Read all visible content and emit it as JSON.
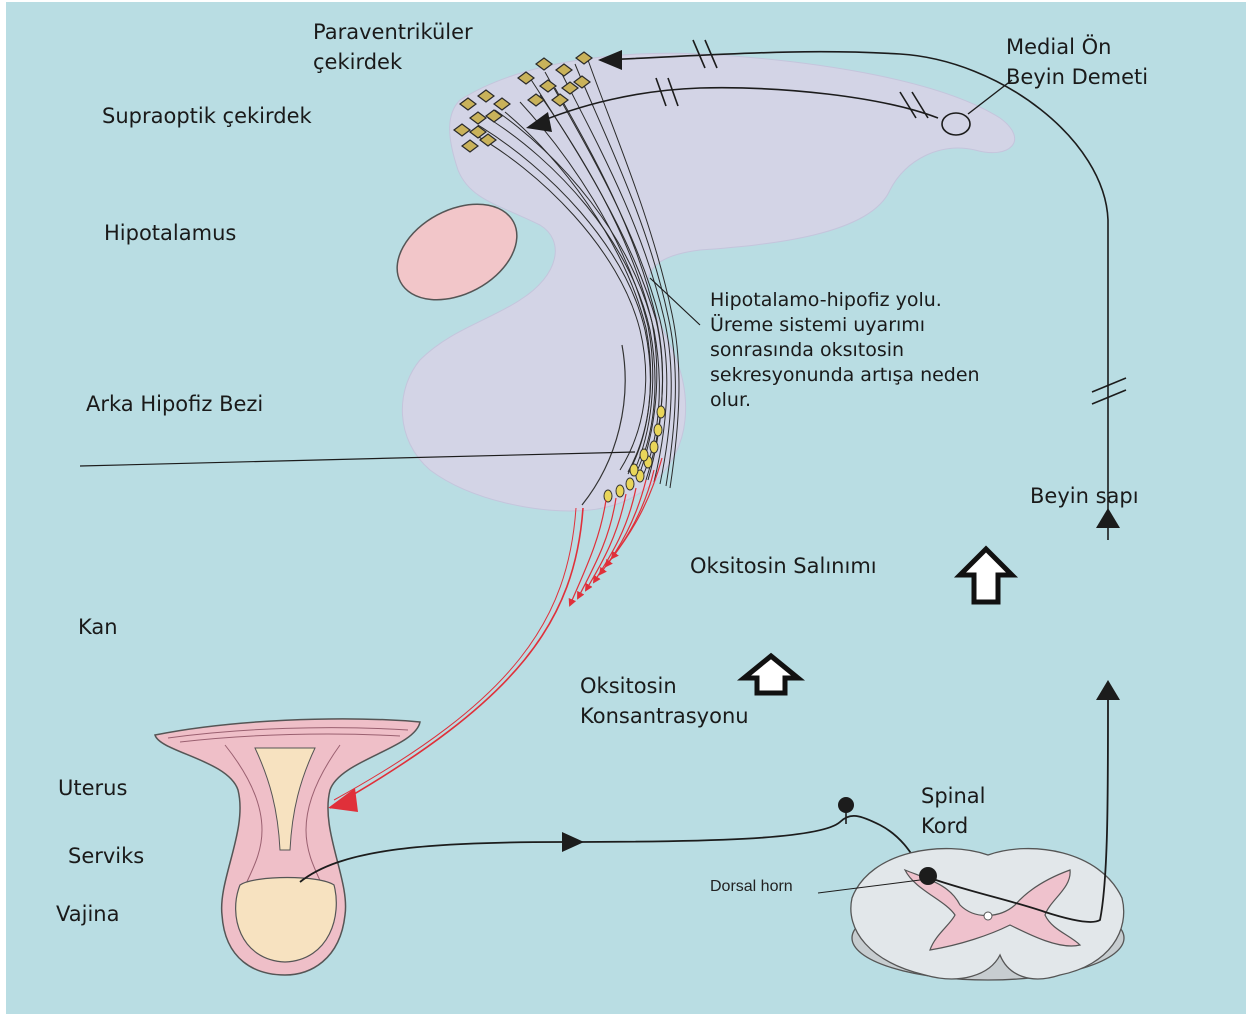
{
  "colors": {
    "background": "#b9dde3",
    "brain": "#d3d4e6",
    "pink": "#f2c6c9",
    "blood_pathway": "#e0303a",
    "nerve": "#1c1c1c",
    "nucleus_fill": "#c9b25a"
  },
  "labels": {
    "paraventricular": [
      "Paraventriküler",
      "çekirdek"
    ],
    "supraoptic": "Supraoptik çekirdek",
    "hypothalamus": "Hipotalamus",
    "posterior_pituitary": "Arka Hipofiz Bezi",
    "blood": "Kan",
    "uterus": "Uterus",
    "cervix": "Serviks",
    "vagina": "Vajina",
    "medial_forebrain": [
      "Medial Ön",
      "Beyin Demeti"
    ],
    "tract_note": [
      "Hipotalamo-hipofiz yolu.",
      "Üreme sistemi uyarımı",
      "sonrasında oksıtosin",
      "sekresyonunda artışa neden",
      "olur."
    ],
    "brainstem": "Beyin sapı",
    "oxytocin_release": "Oksitosin Salınımı",
    "oxytocin_concentration": [
      "Oksitosin",
      "Konsantrasyonu"
    ],
    "spinal_cord": [
      "Spinal",
      "Kord"
    ],
    "dorsal_horn": "Dorsal horn"
  },
  "icons": {
    "release_arrow": "up-outline-arrow-icon",
    "concentration_arrow": "up-outline-arrow-icon"
  }
}
